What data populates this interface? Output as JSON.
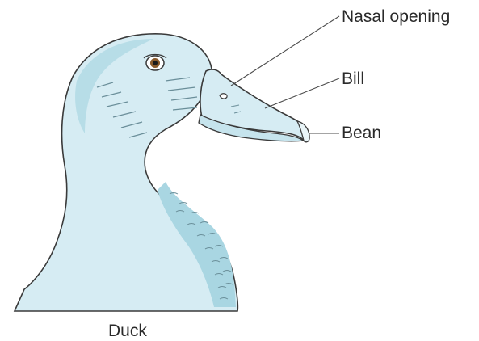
{
  "figure": {
    "caption": "Duck",
    "labels": {
      "nasal_opening": "Nasal opening",
      "bill": "Bill",
      "bean": "Bean"
    },
    "colors": {
      "fill": "#d6ecf3",
      "shade": "#a9d6e2",
      "outline": "#3a3a3a",
      "eye": "#8a5a2b"
    }
  }
}
